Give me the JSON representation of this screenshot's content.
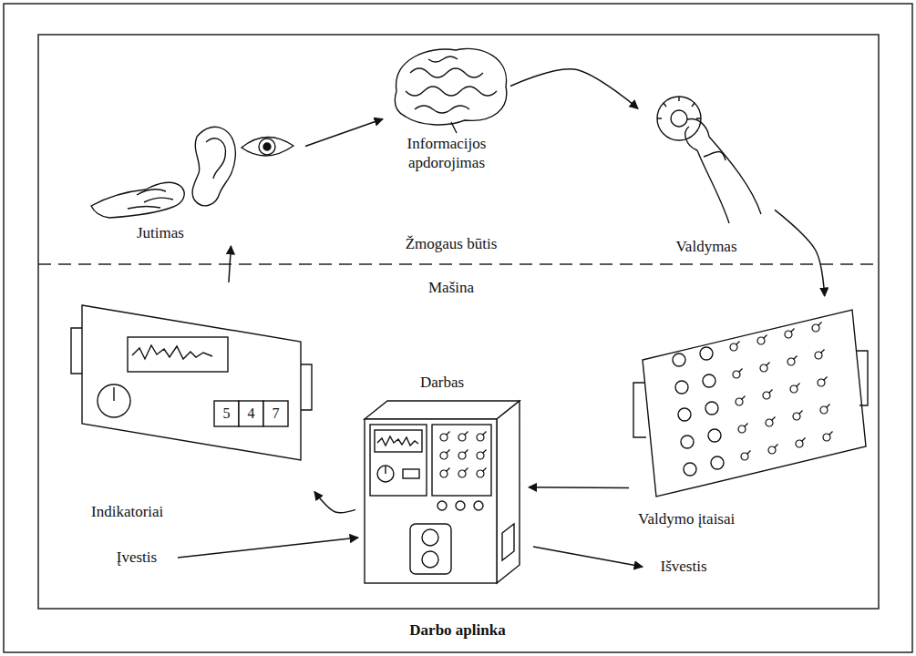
{
  "diagram": {
    "caption": "Darbo aplinka",
    "nodes": [
      {
        "text": [
          "Jutimas"
        ]
      },
      {
        "text": [
          "Informacijos apdorojimas"
        ]
      },
      {
        "text": [
          "Valdymas"
        ]
      },
      {
        "text": [
          "Indikatoriai"
        ]
      },
      {
        "text": [
          "Valdymo įtaisai"
        ]
      },
      {
        "text": [
          "Darbas"
        ]
      }
    ],
    "edges": [
      {
        "from": 0,
        "to": 1,
        "arrow": "to"
      },
      {
        "from": 1,
        "to": 2,
        "arrow": "to"
      },
      {
        "from": 2,
        "to": 4,
        "arrow": "to"
      },
      {
        "from": 4,
        "to": 5,
        "arrow": "to"
      },
      {
        "from": 5,
        "to": 3,
        "arrow": "to"
      },
      {
        "from": 3,
        "to": 0,
        "arrow": "to"
      }
    ],
    "labels": [
      "Žmogaus būtis",
      "Mašina",
      "Įvestis",
      "Išvestis",
      "5",
      "4",
      "7"
    ]
  }
}
